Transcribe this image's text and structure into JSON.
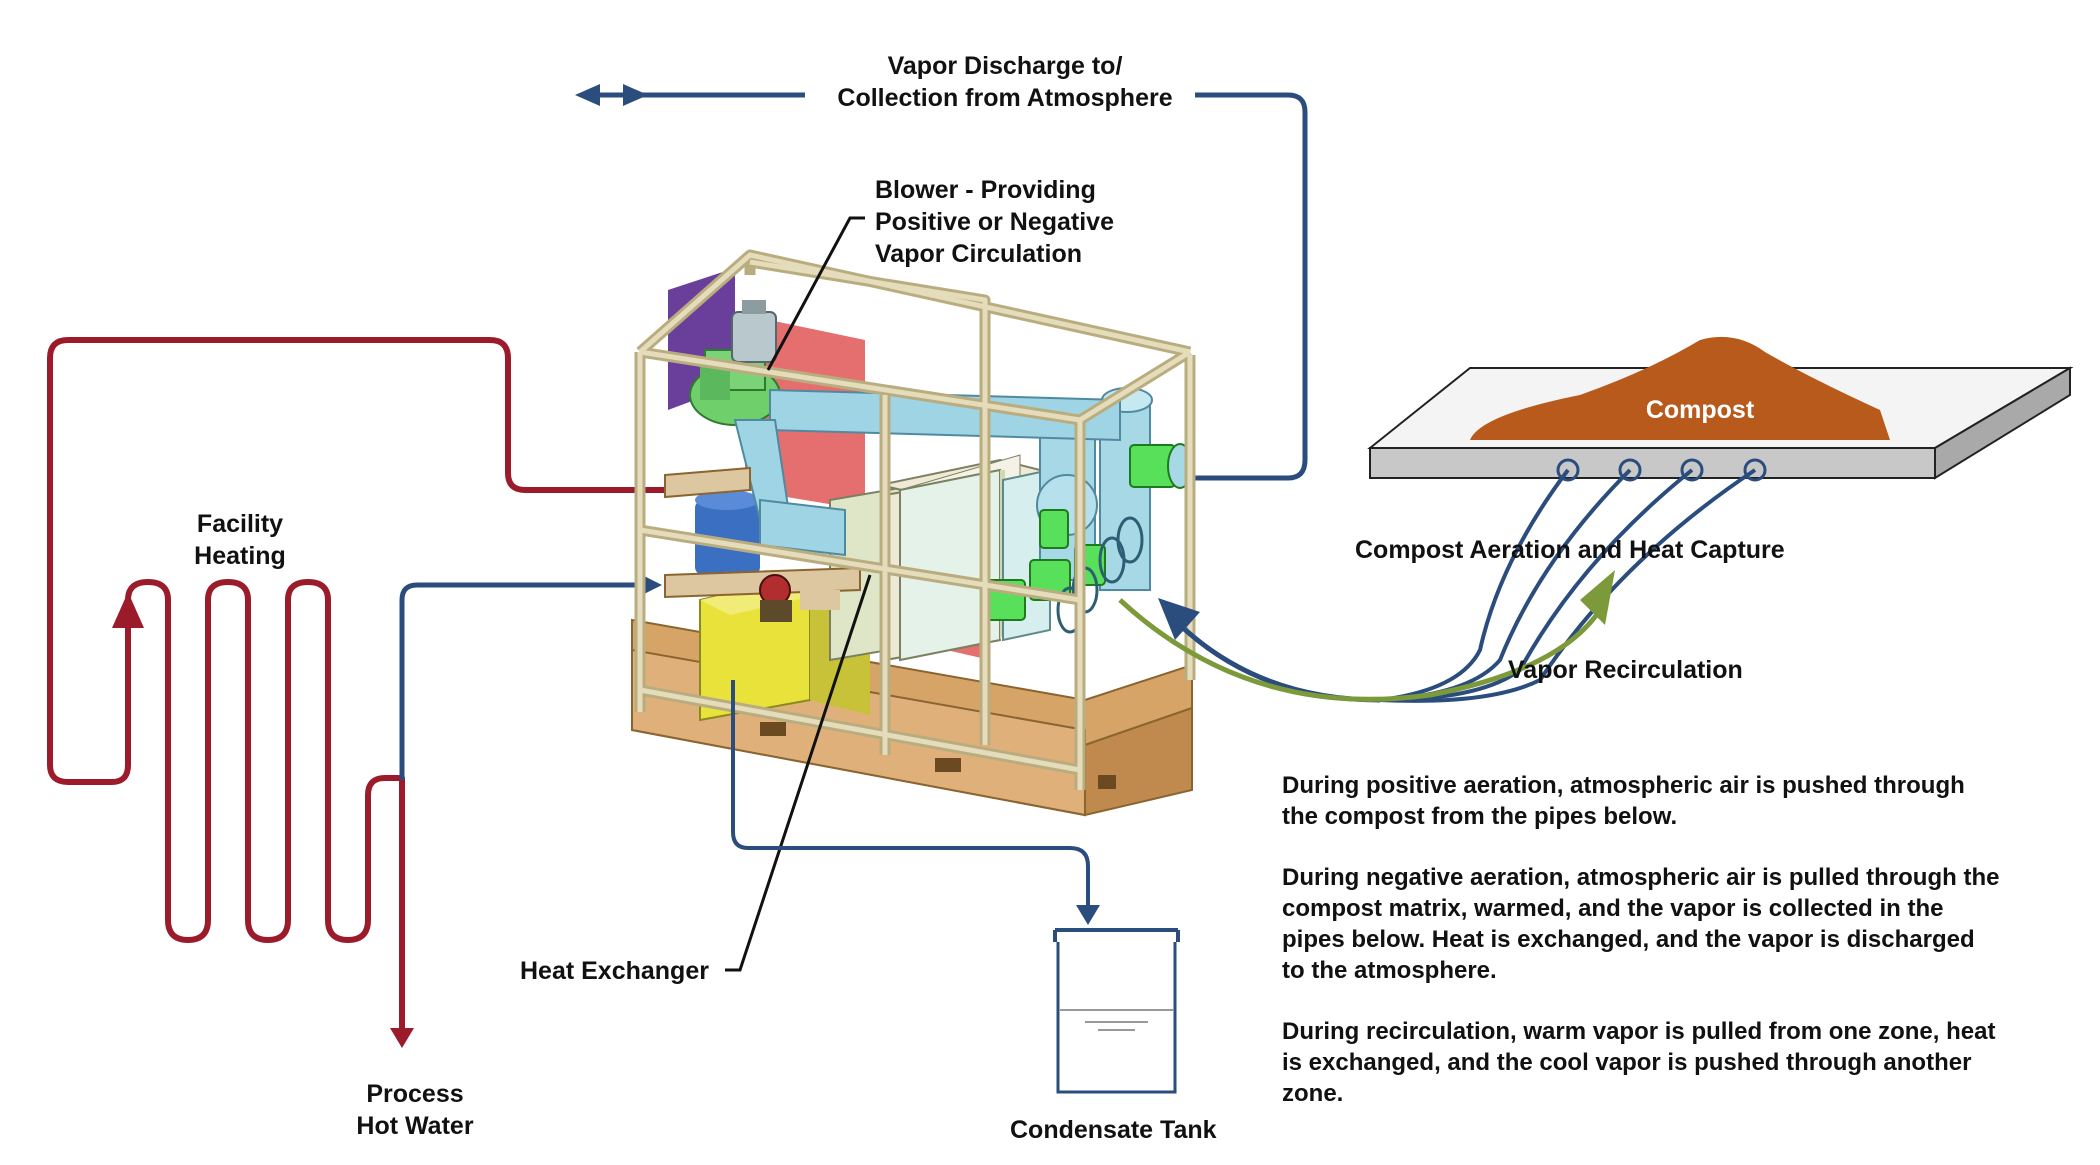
{
  "labels": {
    "vapor_discharge_line1": "Vapor Discharge to/",
    "vapor_discharge_line2": "Collection from Atmosphere",
    "blower_line1": "Blower - Providing",
    "blower_line2": "Positive or Negative",
    "blower_line3": "Vapor Circulation",
    "facility_line1": "Facility",
    "facility_line2": "Heating",
    "compost": "Compost",
    "compost_aeration": "Compost Aeration and Heat Capture",
    "vapor_recirculation": "Vapor Recirculation",
    "heat_exchanger": "Heat Exchanger",
    "process_line1": "Process",
    "process_line2": "Hot Water",
    "condensate_tank": "Condensate Tank"
  },
  "descriptions": [
    "During positive aeration, atmospheric air is pushed through the compost from the pipes below.",
    "During negative aeration, atmospheric air is pulled through the compost matrix, warmed, and the vapor is collected in the pipes below.  Heat is exchanged, and the vapor is discharged to the atmosphere.",
    "During recirculation, warm vapor is pulled from one zone, heat is exchanged, and the cool vapor is pushed through another zone."
  ],
  "colors": {
    "hot_line": "#9b1b2a",
    "vapor_line": "#2a4d7e",
    "recirculation_line": "#7d9a3a",
    "compost": "#b85a1c",
    "frame": "#d8cfa4",
    "skid": "#d6a466"
  }
}
